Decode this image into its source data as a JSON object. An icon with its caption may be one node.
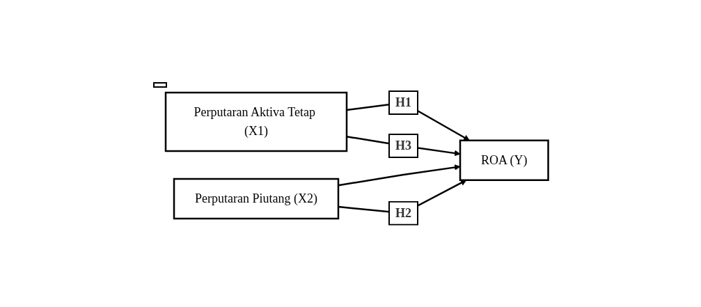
{
  "diagram": {
    "nodes": [
      {
        "text": [
          "Perputaran Aktiva Tetap (X1)"
        ]
      },
      {
        "text": [
          "ROA (Y)"
        ]
      },
      {
        "text": [
          "Perputaran Piutang (X2)"
        ]
      }
    ],
    "edges": [
      {
        "from": 0,
        "to": 1,
        "arrow": "to",
        "label": "H1"
      },
      {
        "from": 0,
        "to": 1,
        "arrow": "to",
        "label": "H3"
      },
      {
        "from": 2,
        "to": 1,
        "arrow": "to"
      },
      {
        "from": 2,
        "to": 1,
        "arrow": "to",
        "label": "H2"
      }
    ]
  }
}
